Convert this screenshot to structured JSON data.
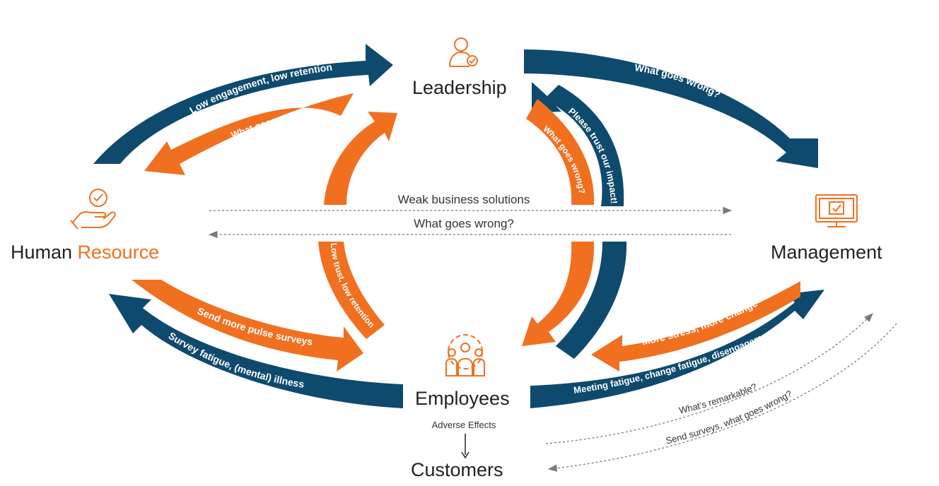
{
  "nodes": {
    "leadership": "Leadership",
    "hr_part1": "Human ",
    "hr_part2": "Resource",
    "management": "Management",
    "employees": "Employees",
    "customers": "Customers"
  },
  "flows": {
    "hr_to_leadership": "Low engagement, low retention",
    "leadership_to_hr": "What goes wrong?",
    "leadership_to_management": "What goes wrong?",
    "management_to_leadership": "Please trust our impact!",
    "leadership_to_management_inner": "What goes wrong?",
    "employees_to_hr_inner": "Low trust, low retention",
    "hr_to_employees": "Send more pulse surveys",
    "employees_to_hr": "Survey fatigue, (mental) illness",
    "management_to_employees": "More stress, more change",
    "employees_to_management": "Meeting fatigue, change fatigue, disengagement"
  },
  "center": {
    "weak_solutions": "Weak business solutions",
    "what_goes_wrong": "What goes wrong?"
  },
  "customers_flow": {
    "adverse_effects": "Adverse Effects",
    "remarkable": "What’s remarkable?",
    "send_surveys": "Send surveys, what goes wrong?"
  },
  "colors": {
    "navy": "#0e4a6e",
    "orange": "#f07020"
  },
  "icons": [
    "person-check-icon",
    "hand-check-icon",
    "monitor-check-icon",
    "team-gear-icon"
  ]
}
